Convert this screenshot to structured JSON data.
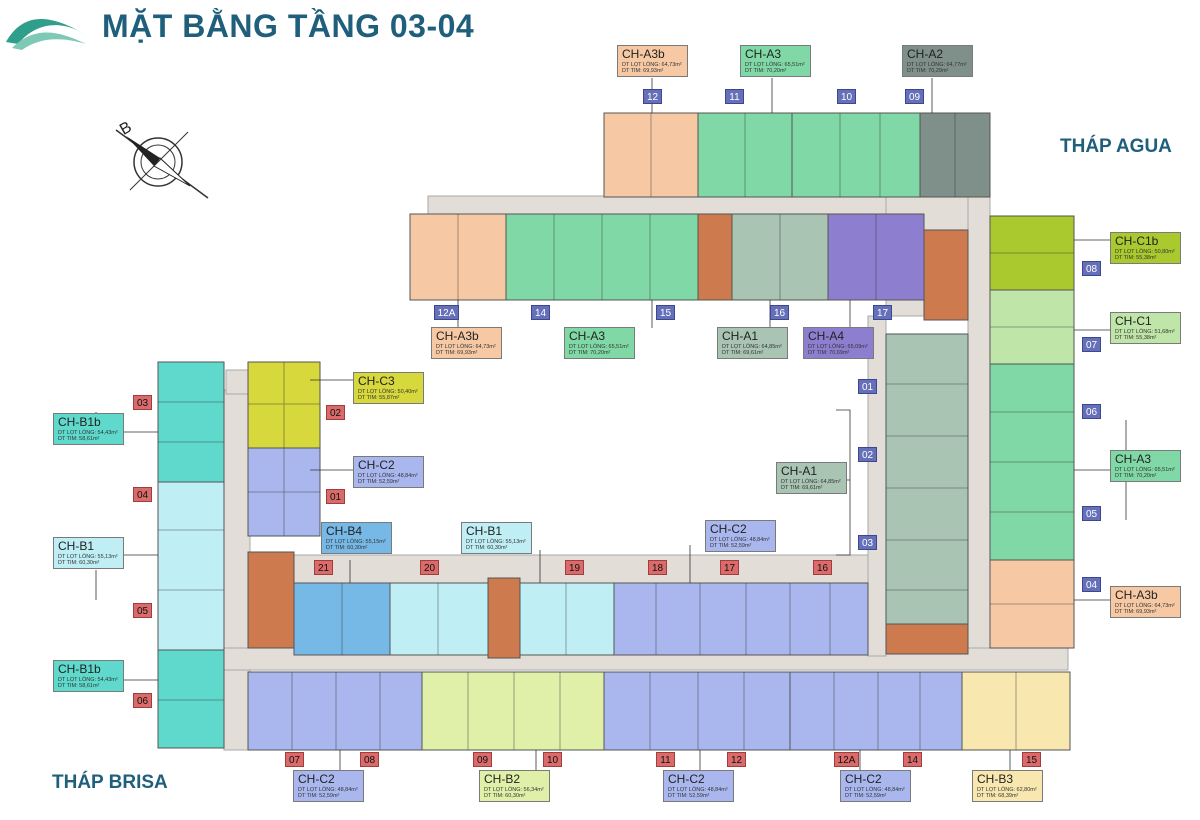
{
  "title": "MẶT BẰNG TẦNG 03-04",
  "towers": {
    "agua": "THÁP AGUA",
    "brisa": "THÁP BRISA"
  },
  "compass": {
    "letter": "B"
  },
  "colors": {
    "A3b": "#f6c9a4",
    "A3": "#7fd8a6",
    "A2": "#7f8f8a",
    "A1": "#a9c4b2",
    "A4": "#8e7ed0",
    "C1b": "#a9c92e",
    "C1": "#bfe6a8",
    "C3": "#d6d83c",
    "C2": "#a9b7ee",
    "B4": "#76b9e6",
    "B1": "#bfeff5",
    "B1b": "#5fd9cc",
    "B2": "#e0f0a8",
    "B3": "#f8e8b0",
    "stair": "#cc7a4e",
    "corridor": "#e2ddd7"
  },
  "unit_numbers": {
    "blue": [
      {
        "id": "n12t",
        "text": "12"
      },
      {
        "id": "n11t",
        "text": "11"
      },
      {
        "id": "n10t",
        "text": "10"
      },
      {
        "id": "n09t",
        "text": "09"
      },
      {
        "id": "n12a",
        "text": "12A"
      },
      {
        "id": "n14",
        "text": "14"
      },
      {
        "id": "n15",
        "text": "15"
      },
      {
        "id": "n16",
        "text": "16"
      },
      {
        "id": "n17",
        "text": "17"
      },
      {
        "id": "n08r",
        "text": "08"
      },
      {
        "id": "n07r",
        "text": "07"
      },
      {
        "id": "n06r",
        "text": "06"
      },
      {
        "id": "n05r",
        "text": "05"
      },
      {
        "id": "n04r",
        "text": "04"
      },
      {
        "id": "n01c",
        "text": "01"
      },
      {
        "id": "n02c",
        "text": "02"
      },
      {
        "id": "n03c",
        "text": "03"
      }
    ],
    "red": [
      {
        "id": "r03l",
        "text": "03"
      },
      {
        "id": "r02",
        "text": "02"
      },
      {
        "id": "r01",
        "text": "01"
      },
      {
        "id": "r04l",
        "text": "04"
      },
      {
        "id": "r05l",
        "text": "05"
      },
      {
        "id": "r06l",
        "text": "06"
      },
      {
        "id": "r21",
        "text": "21"
      },
      {
        "id": "r20",
        "text": "20"
      },
      {
        "id": "r19",
        "text": "19"
      },
      {
        "id": "r18",
        "text": "18"
      },
      {
        "id": "r17",
        "text": "17"
      },
      {
        "id": "r16",
        "text": "16"
      },
      {
        "id": "r07b",
        "text": "07"
      },
      {
        "id": "r08b",
        "text": "08"
      },
      {
        "id": "r09b",
        "text": "09"
      },
      {
        "id": "r10b",
        "text": "10"
      },
      {
        "id": "r11b",
        "text": "11"
      },
      {
        "id": "r12b",
        "text": "12"
      },
      {
        "id": "r12ab",
        "text": "12A"
      },
      {
        "id": "r14b",
        "text": "14"
      },
      {
        "id": "r15b",
        "text": "15"
      }
    ]
  },
  "unit_tags": [
    {
      "id": "t1",
      "name": "CH-A3b",
      "l1": "DT LỌT LÒNG: 64,73m²",
      "l2": "DT TIM: 69,93m²",
      "color": "A3b"
    },
    {
      "id": "t2",
      "name": "CH-A3",
      "l1": "DT LỌT LÒNG: 65,51m²",
      "l2": "DT TIM: 70,20m²",
      "color": "A3"
    },
    {
      "id": "t3",
      "name": "CH-A2",
      "l1": "DT LỌT LÒNG: 64,77m²",
      "l2": "DT TIM: 70,29m²",
      "color": "A2"
    },
    {
      "id": "t4",
      "name": "CH-A3b",
      "l1": "DT LỌT LÒNG: 64,73m²",
      "l2": "DT TIM: 69,93m²",
      "color": "A3b"
    },
    {
      "id": "t5",
      "name": "CH-A3",
      "l1": "DT LỌT LÒNG: 65,51m²",
      "l2": "DT TIM: 70,20m²",
      "color": "A3"
    },
    {
      "id": "t6",
      "name": "CH-A1",
      "l1": "DT LỌT LÒNG: 64,85m²",
      "l2": "DT TIM: 69,61m²",
      "color": "A1"
    },
    {
      "id": "t7",
      "name": "CH-A4",
      "l1": "DT LỌT LÒNG: 65,09m²",
      "l2": "DT TIM: 70,69m²",
      "color": "A4"
    },
    {
      "id": "t8",
      "name": "CH-C1b",
      "l1": "DT LỌT LÒNG: 50,80m²",
      "l2": "DT TIM: 55,38m²",
      "color": "C1b"
    },
    {
      "id": "t9",
      "name": "CH-C1",
      "l1": "DT LỌT LÒNG: 51,68m²",
      "l2": "DT TIM: 55,38m²",
      "color": "C1"
    },
    {
      "id": "t10",
      "name": "CH-A3",
      "l1": "DT LỌT LÒNG: 65,51m²",
      "l2": "DT TIM: 70,20m²",
      "color": "A3"
    },
    {
      "id": "t11",
      "name": "CH-A3b",
      "l1": "DT LỌT LÒNG: 64,73m²",
      "l2": "DT TIM: 69,93m²",
      "color": "A3b"
    },
    {
      "id": "t12",
      "name": "CH-A1",
      "l1": "DT LỌT LÒNG: 64,85m²",
      "l2": "DT TIM: 69,61m²",
      "color": "A1"
    },
    {
      "id": "t13",
      "name": "CH-C3",
      "l1": "DT LỌT LÒNG: 50,40m²",
      "l2": "DT TIM: 55,87m²",
      "color": "C3"
    },
    {
      "id": "t14",
      "name": "CH-C2",
      "l1": "DT LỌT LÒNG: 48,84m²",
      "l2": "DT TIM: 52,59m²",
      "color": "C2"
    },
    {
      "id": "t15",
      "name": "CH-B1b",
      "l1": "DT LỌT LÒNG: 54,43m²",
      "l2": "DT TIM: 58,61m²",
      "color": "B1b"
    },
    {
      "id": "t16",
      "name": "CH-B1",
      "l1": "DT LỌT LÒNG: 55,13m²",
      "l2": "DT TIM: 60,30m²",
      "color": "B1"
    },
    {
      "id": "t17",
      "name": "CH-B1b",
      "l1": "DT LỌT LÒNG: 54,43m²",
      "l2": "DT TIM: 58,61m²",
      "color": "B1b"
    },
    {
      "id": "t18",
      "name": "CH-B4",
      "l1": "DT LỌT LÒNG: 55,15m²",
      "l2": "DT TIM: 60,30m²",
      "color": "B4"
    },
    {
      "id": "t19",
      "name": "CH-B1",
      "l1": "DT LỌT LÒNG: 55,13m²",
      "l2": "DT TIM: 60,30m²",
      "color": "B1"
    },
    {
      "id": "t20",
      "name": "CH-C2",
      "l1": "DT LỌT LÒNG: 48,84m²",
      "l2": "DT TIM: 52,59m²",
      "color": "C2"
    },
    {
      "id": "t21",
      "name": "CH-C2",
      "l1": "DT LỌT LÒNG: 48,84m²",
      "l2": "DT TIM: 52,59m²",
      "color": "C2"
    },
    {
      "id": "t22",
      "name": "CH-B2",
      "l1": "DT LỌT LÒNG: 56,34m²",
      "l2": "DT TIM: 60,30m²",
      "color": "B2"
    },
    {
      "id": "t23",
      "name": "CH-C2",
      "l1": "DT LỌT LÒNG: 48,84m²",
      "l2": "DT TIM: 52,59m²",
      "color": "C2"
    },
    {
      "id": "t24",
      "name": "CH-C2",
      "l1": "DT LỌT LÒNG: 48,84m²",
      "l2": "DT TIM: 52,59m²",
      "color": "C2"
    },
    {
      "id": "t25",
      "name": "CH-B3",
      "l1": "DT LỌT LÒNG: 62,80m²",
      "l2": "DT TIM: 68,39m²",
      "color": "B3"
    }
  ]
}
